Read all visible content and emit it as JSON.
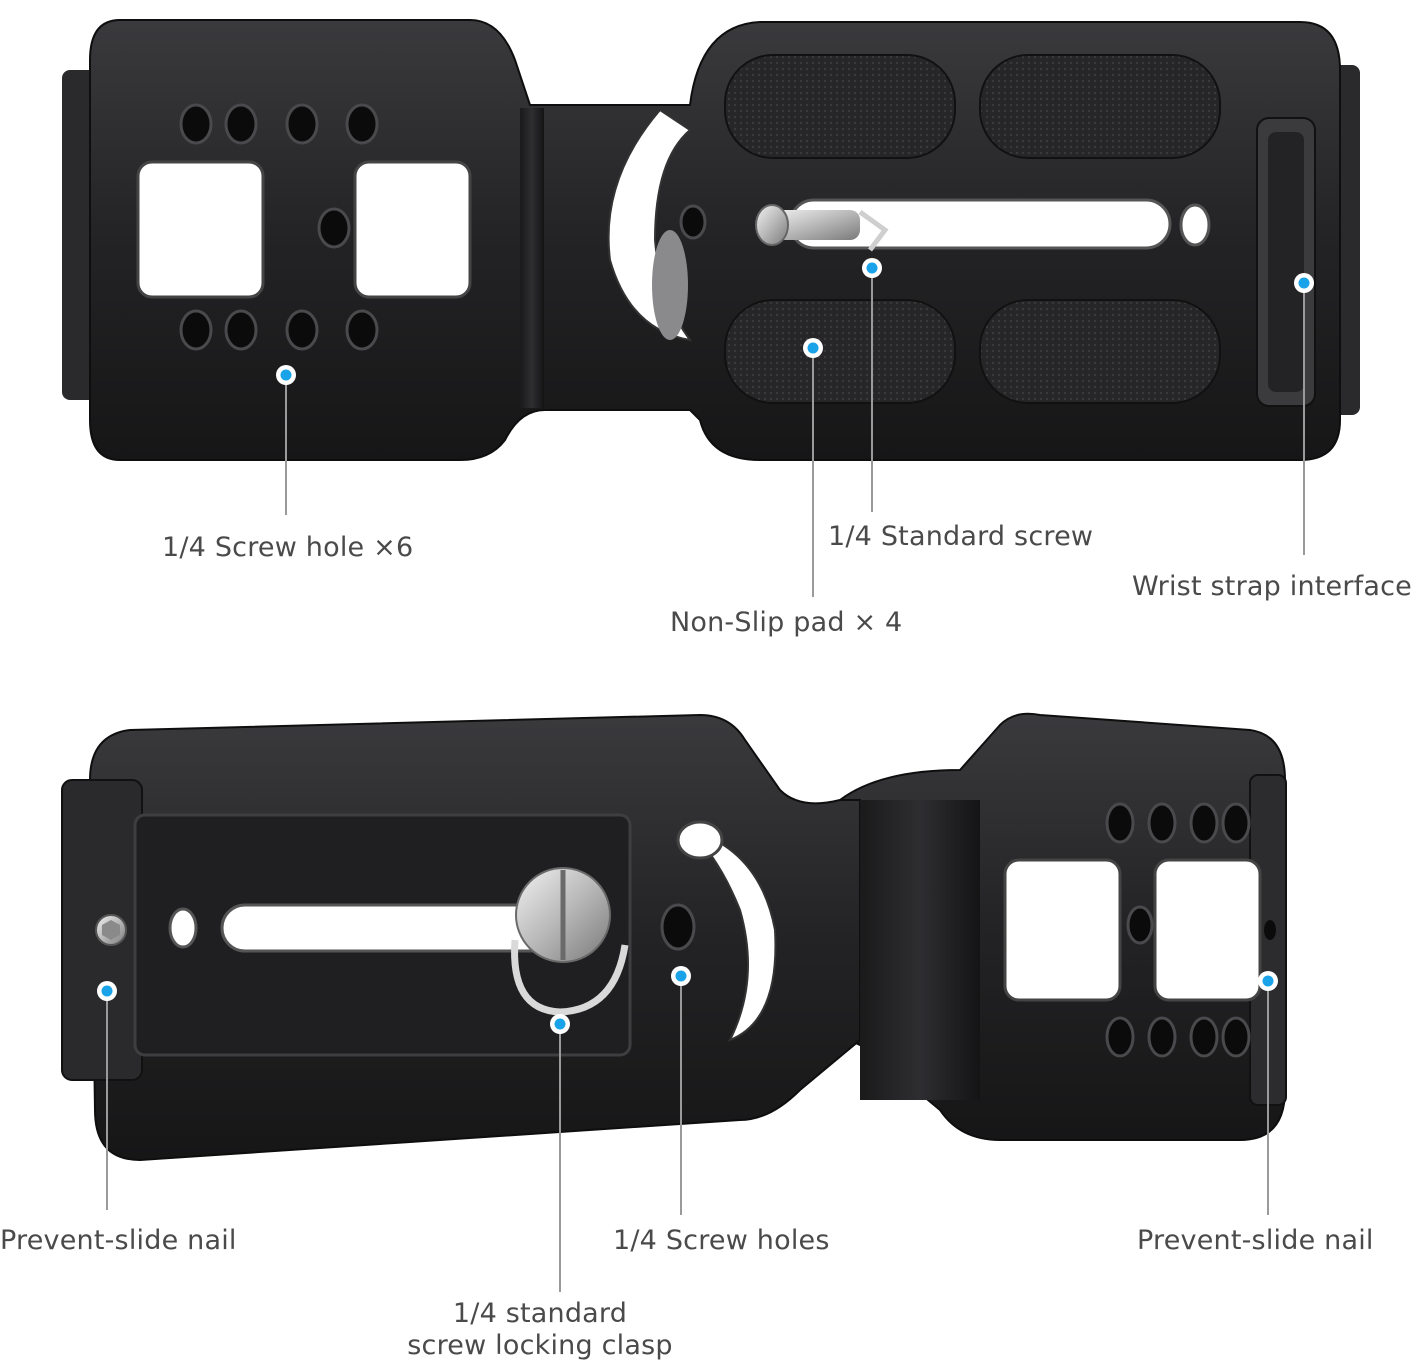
{
  "colors": {
    "metal_dark": "#1c1c1e",
    "metal_mid": "#2c2c2f",
    "pad": "#262628",
    "accent_dot": "#1aa3e8",
    "leader_line": "#9a9a9a",
    "label_text": "#4a4a4a"
  },
  "top_view": {
    "labels": {
      "screw_holes": "1/4 Screw hole ×6",
      "standard_screw": "1/4 Standard screw",
      "wrist_strap": "Wrist strap interface",
      "non_slip_pad": "Non-Slip pad × 4"
    }
  },
  "bottom_view": {
    "labels": {
      "prevent_slide_left": "Prevent-slide nail",
      "screw_holes": "1/4 Screw holes",
      "prevent_slide_right": "Prevent-slide nail",
      "clasp_line1": "1/4 standard",
      "clasp_line2": "screw locking clasp"
    }
  }
}
